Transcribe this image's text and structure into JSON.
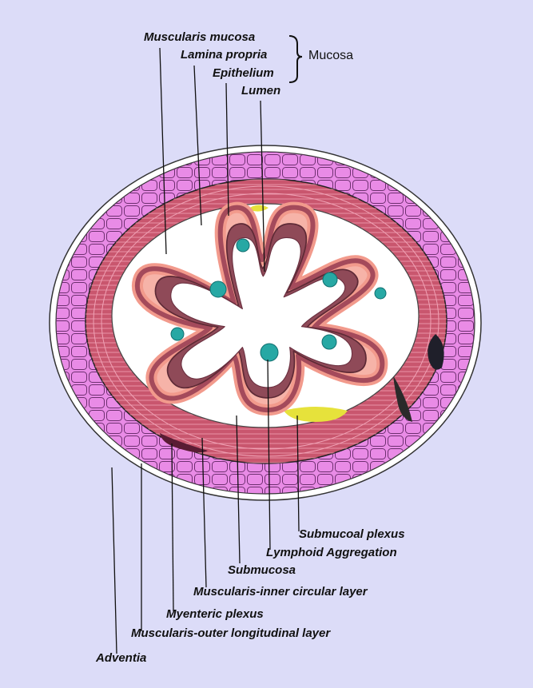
{
  "labels": {
    "muscularis_mucosa": "Muscularis mucosa",
    "lamina_propria": "Lamina propria",
    "epithelium": "Epithelium",
    "mucosa": "Mucosa",
    "lumen": "Lumen",
    "submucosal_plexus": "Submucoal plexus",
    "lymphoid_aggregation": "Lymphoid Aggregation",
    "submucosa": "Submucosa",
    "inner_circular": "Muscularis-inner circular layer",
    "myenteric_plexus": "Myenteric plexus",
    "outer_longitudinal": "Muscularis-outer longitudinal layer",
    "adventitia": "Adventia"
  },
  "colors": {
    "background": "#dcdcf8",
    "adventitia_pink": "#e98be6",
    "muscle_red": "#c9566e",
    "lamina_salmon": "#f6b3a8",
    "epithelium_maroon": "#8f4a58",
    "lymphoid_teal": "#27a8a4",
    "plexus_yellow": "#e6e23b"
  }
}
